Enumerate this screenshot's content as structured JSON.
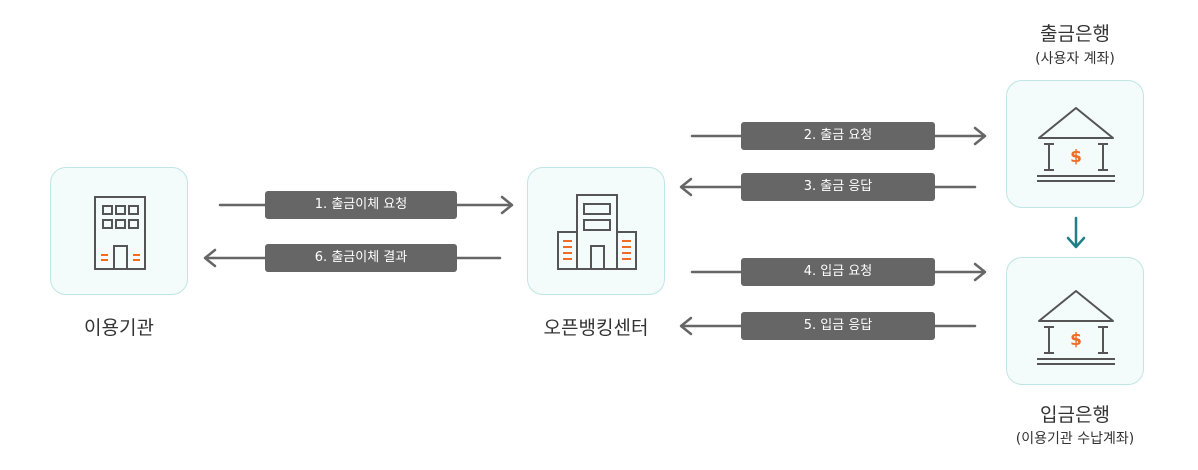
{
  "nodes": {
    "user_org": {
      "label": "이용기관"
    },
    "openbanking": {
      "label": "오픈뱅킹센터"
    },
    "withdraw_bank": {
      "label": "출금은행",
      "sublabel": "(사용자 계좌)"
    },
    "deposit_bank": {
      "label": "입금은행",
      "sublabel": "(이용기관 수납계좌)"
    }
  },
  "steps": [
    {
      "label": "1. 출금이체 요청"
    },
    {
      "label": "2. 출금 요청"
    },
    {
      "label": "3. 출금 응답"
    },
    {
      "label": "4. 입금 요청"
    },
    {
      "label": "5. 입금 응답"
    },
    {
      "label": "6. 출금이체 결과"
    }
  ],
  "colors": {
    "arrow": "#666666",
    "accent_orange": "#f26b22",
    "bank_to_bank_arrow": "#1e7f86",
    "node_fill": "#f4fbfb",
    "node_border": "#bfe6e4",
    "icon_stroke": "#555555"
  }
}
